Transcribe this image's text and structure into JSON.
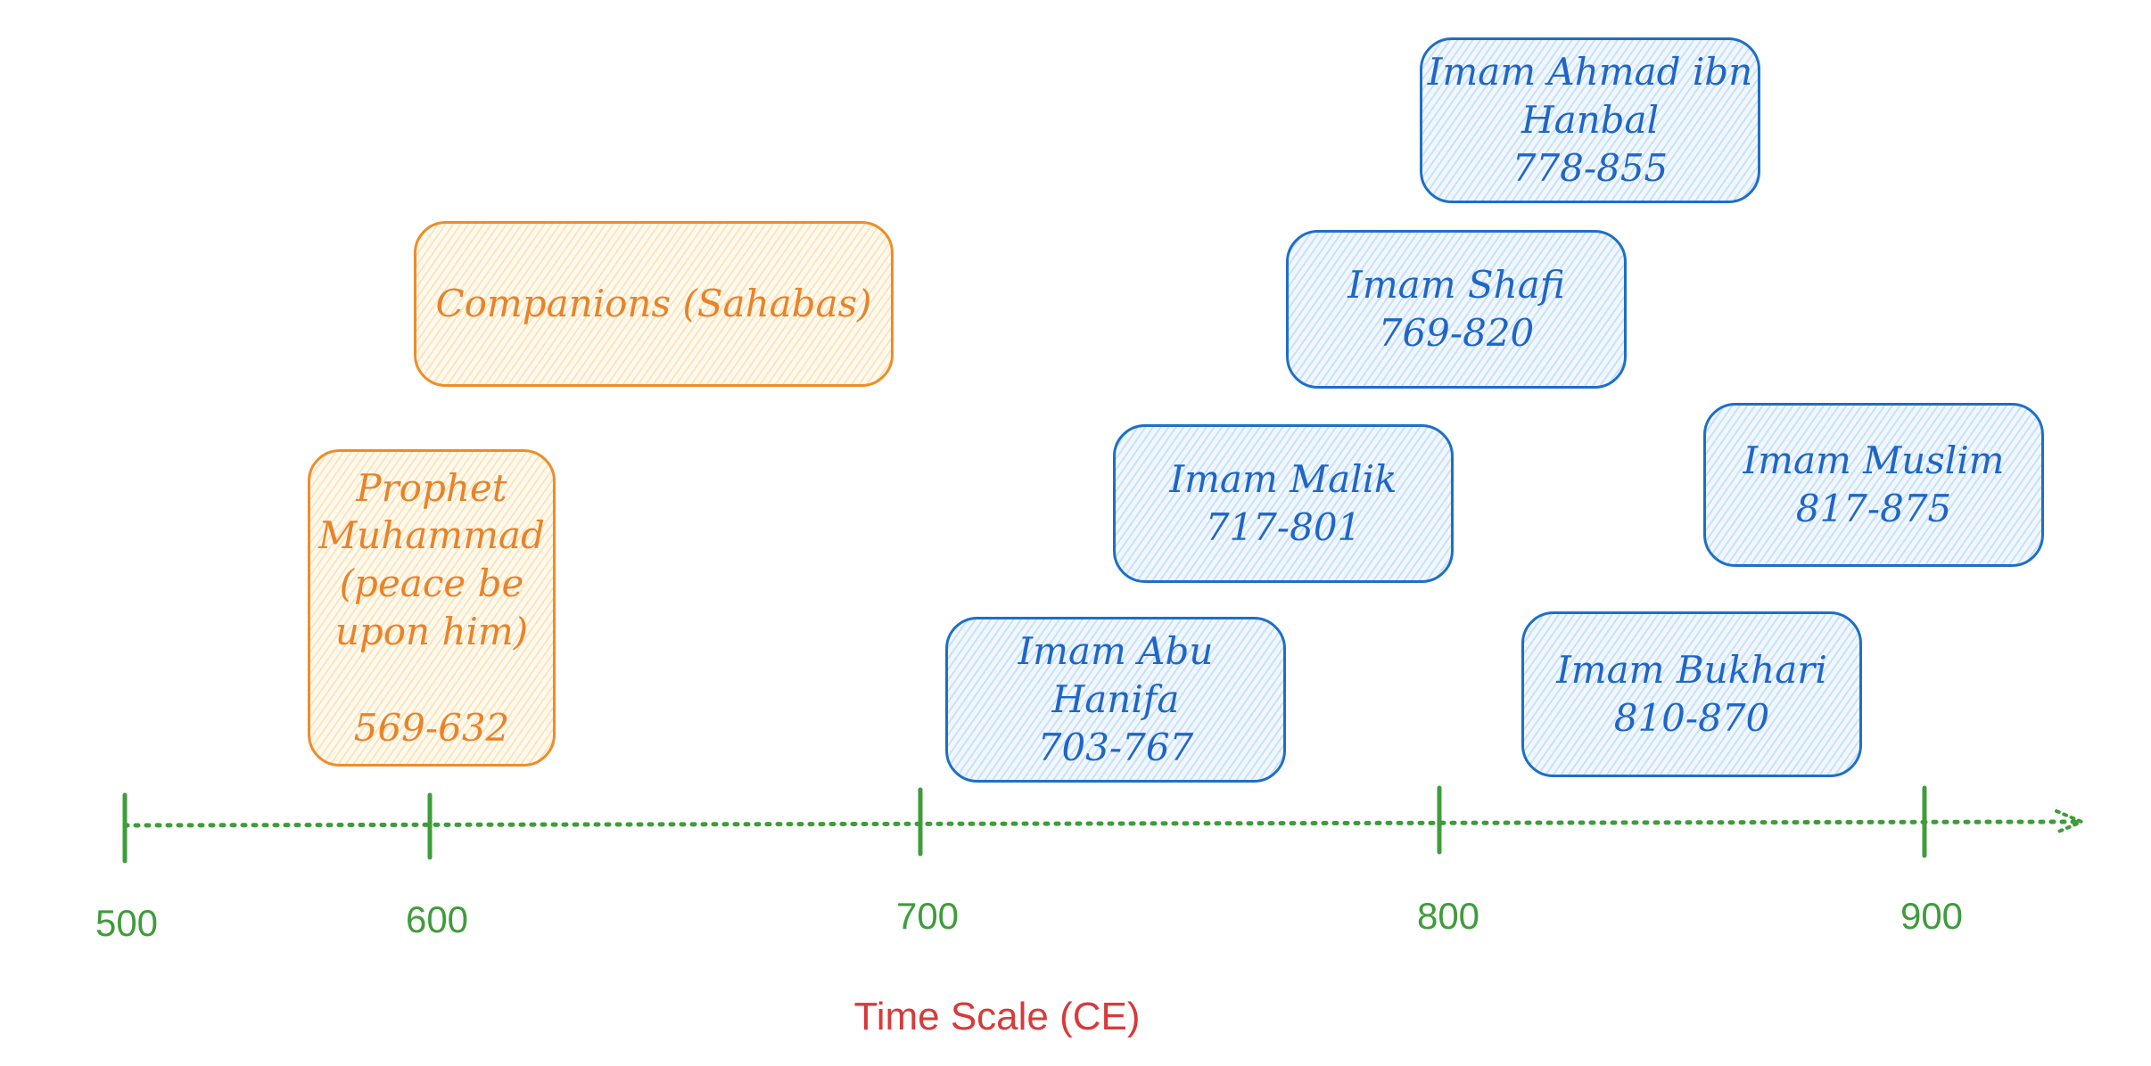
{
  "axis": {
    "title": "Time Scale (CE)",
    "ticks": [
      "500",
      "600",
      "700",
      "800",
      "900"
    ],
    "color": "#3f9c3a",
    "title_color": "#d83a3a"
  },
  "boxes": [
    {
      "id": "prophet",
      "lines": [
        "Prophet",
        "Muhammad",
        "(peace be",
        "upon him)",
        "",
        "569-632"
      ],
      "color": "orange"
    },
    {
      "id": "companions",
      "lines": [
        "Companions (Sahabas)"
      ],
      "color": "orange"
    },
    {
      "id": "abu-hanifa",
      "lines": [
        "Imam Abu",
        "Hanifa",
        "703-767"
      ],
      "color": "blue"
    },
    {
      "id": "malik",
      "lines": [
        "Imam Malik",
        "717-801"
      ],
      "color": "blue"
    },
    {
      "id": "shafi",
      "lines": [
        "Imam Shafi",
        "769-820"
      ],
      "color": "blue"
    },
    {
      "id": "ahmad",
      "lines": [
        "Imam Ahmad ibn",
        "Hanbal",
        "778-855"
      ],
      "color": "blue"
    },
    {
      "id": "bukhari",
      "lines": [
        "Imam Bukhari",
        "810-870"
      ],
      "color": "blue"
    },
    {
      "id": "muslim",
      "lines": [
        "Imam Muslim",
        "817-875"
      ],
      "color": "blue"
    }
  ],
  "palette": {
    "orange": "#f08c28",
    "blue": "#1d6fc8"
  }
}
